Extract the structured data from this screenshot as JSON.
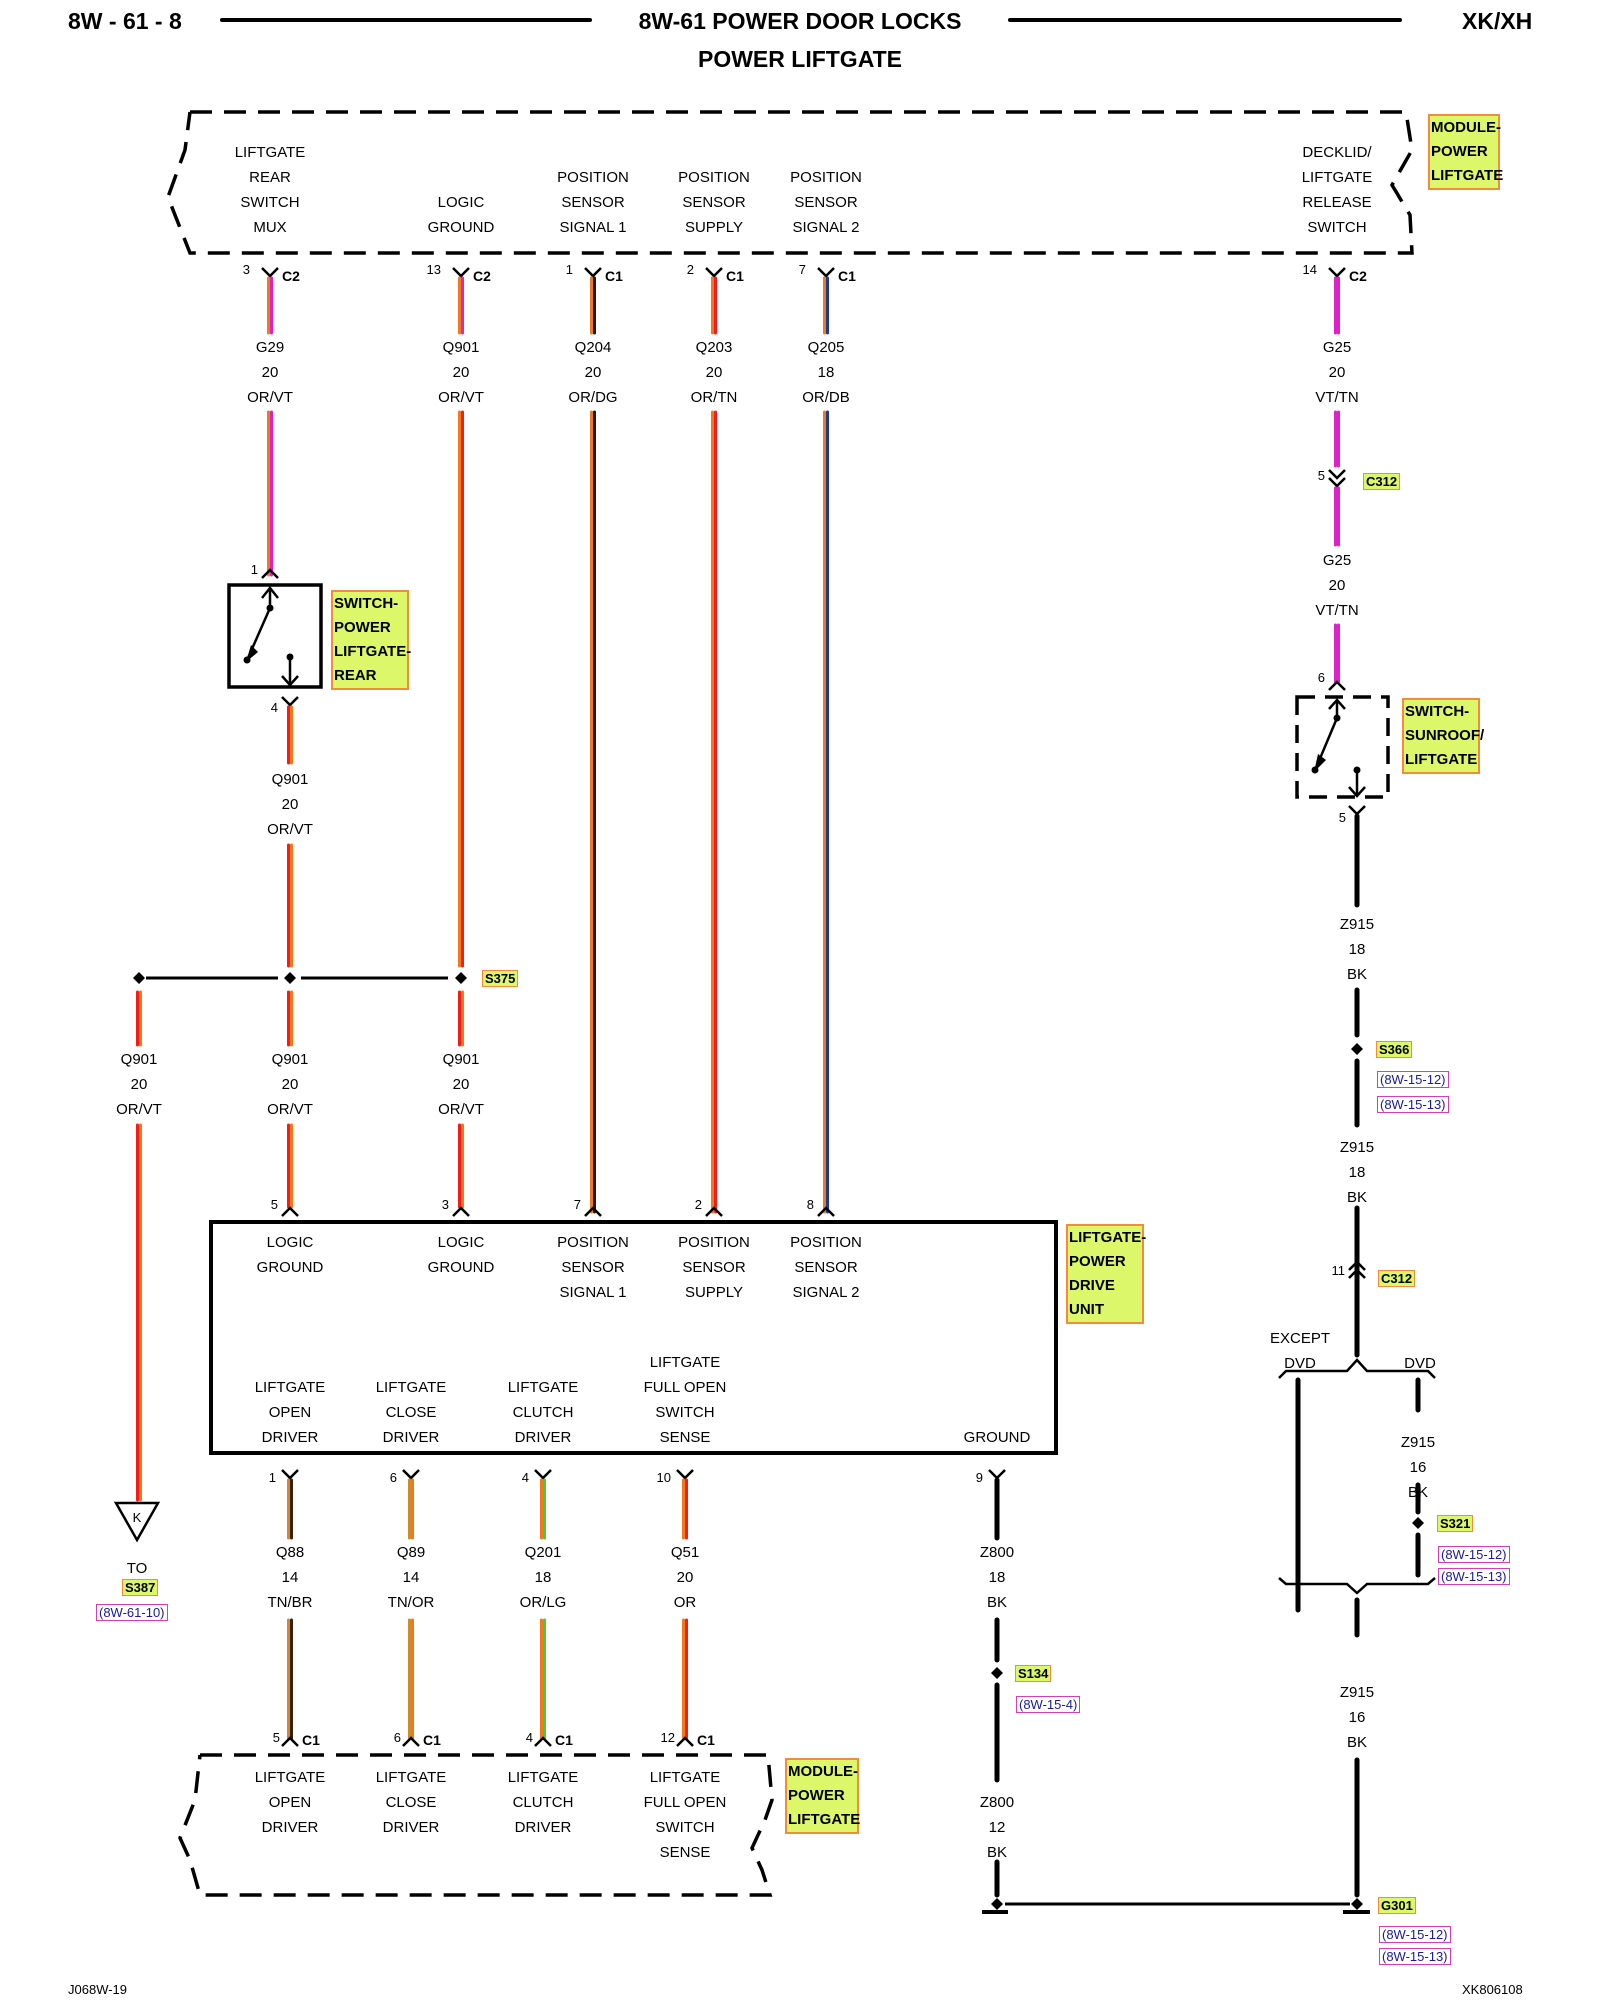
{
  "header": {
    "page_id": "8W - 61 - 8",
    "title": "8W-61 POWER DOOR LOCKS",
    "subtitle": "POWER LIFTGATE",
    "vehicle": "XK/XH"
  },
  "footer": {
    "left_code": "J068W-19",
    "right_code": "XK806108"
  },
  "top_module": {
    "name": "MODULE-\nPOWER\nLIFTGATE",
    "name_lines": [
      "MODULE-",
      "POWER",
      "LIFTGATE"
    ],
    "pins": [
      {
        "label": [
          "LIFTGATE",
          "REAR",
          "SWITCH",
          "MUX"
        ],
        "pin": "3",
        "connector": "C2"
      },
      {
        "label": [
          "LOGIC",
          "GROUND"
        ],
        "pin": "13",
        "connector": "C2"
      },
      {
        "label": [
          "POSITION",
          "SENSOR",
          "SIGNAL 1"
        ],
        "pin": "1",
        "connector": "C1"
      },
      {
        "label": [
          "POSITION",
          "SENSOR",
          "SUPPLY"
        ],
        "pin": "2",
        "connector": "C1"
      },
      {
        "label": [
          "POSITION",
          "SENSOR",
          "SIGNAL 2"
        ],
        "pin": "7",
        "connector": "C1"
      },
      {
        "label": [
          "DECKLID/",
          "LIFTGATE",
          "RELEASE",
          "SWITCH"
        ],
        "pin": "14",
        "connector": "C2"
      }
    ]
  },
  "wires_top": [
    {
      "circuit": "G29",
      "gauge": "20",
      "color": "OR/VT"
    },
    {
      "circuit": "Q901",
      "gauge": "20",
      "color": "OR/VT"
    },
    {
      "circuit": "Q204",
      "gauge": "20",
      "color": "OR/DG"
    },
    {
      "circuit": "Q203",
      "gauge": "20",
      "color": "OR/TN"
    },
    {
      "circuit": "Q205",
      "gauge": "18",
      "color": "OR/DB"
    },
    {
      "circuit": "G25",
      "gauge": "20",
      "color": "VT/TN"
    }
  ],
  "rear_switch": {
    "name_lines": [
      "SWITCH-",
      "POWER",
      "LIFTGATE-",
      "REAR"
    ],
    "pin_in": "1",
    "pin_out": "4",
    "out_wire": {
      "circuit": "Q901",
      "gauge": "20",
      "color": "OR/VT"
    }
  },
  "splice_s375": {
    "id": "S375",
    "branches": [
      {
        "circuit": "Q901",
        "gauge": "20",
        "color": "OR/VT"
      },
      {
        "circuit": "Q901",
        "gauge": "20",
        "color": "OR/VT"
      },
      {
        "circuit": "Q901",
        "gauge": "20",
        "color": "OR/VT"
      }
    ]
  },
  "offpage": {
    "letter": "K",
    "to_label": "TO",
    "splice": "S387",
    "ref": "(8W-61-10)"
  },
  "drive_unit": {
    "name_lines": [
      "LIFTGATE-",
      "POWER",
      "DRIVE",
      "UNIT"
    ],
    "top_pins": [
      {
        "pin": "5",
        "label": [
          "LOGIC",
          "GROUND"
        ]
      },
      {
        "pin": "3",
        "label": [
          "LOGIC",
          "GROUND"
        ]
      },
      {
        "pin": "7",
        "label": [
          "POSITION",
          "SENSOR",
          "SIGNAL 1"
        ]
      },
      {
        "pin": "2",
        "label": [
          "POSITION",
          "SENSOR",
          "SUPPLY"
        ]
      },
      {
        "pin": "8",
        "label": [
          "POSITION",
          "SENSOR",
          "SIGNAL 2"
        ]
      }
    ],
    "bottom_pins": [
      {
        "pin": "1",
        "label": [
          "LIFTGATE",
          "OPEN",
          "DRIVER"
        ]
      },
      {
        "pin": "6",
        "label": [
          "LIFTGATE",
          "CLOSE",
          "DRIVER"
        ]
      },
      {
        "pin": "4",
        "label": [
          "LIFTGATE",
          "CLUTCH",
          "DRIVER"
        ]
      },
      {
        "pin": "10",
        "label": [
          "LIFTGATE",
          "FULL OPEN",
          "SWITCH",
          "SENSE"
        ]
      },
      {
        "pin": "9",
        "label": [
          "GROUND"
        ]
      }
    ]
  },
  "wires_bottom": [
    {
      "circuit": "Q88",
      "gauge": "14",
      "color": "TN/BR"
    },
    {
      "circuit": "Q89",
      "gauge": "14",
      "color": "TN/OR"
    },
    {
      "circuit": "Q201",
      "gauge": "18",
      "color": "OR/LG"
    },
    {
      "circuit": "Q51",
      "gauge": "20",
      "color": "OR"
    },
    {
      "circuit": "Z800",
      "gauge": "18",
      "color": "BK"
    }
  ],
  "bottom_module": {
    "name_lines": [
      "MODULE-",
      "POWER",
      "LIFTGATE"
    ],
    "pins": [
      {
        "pin": "5",
        "connector": "C1",
        "label": [
          "LIFTGATE",
          "OPEN",
          "DRIVER"
        ]
      },
      {
        "pin": "6",
        "connector": "C1",
        "label": [
          "LIFTGATE",
          "CLOSE",
          "DRIVER"
        ]
      },
      {
        "pin": "4",
        "connector": "C1",
        "label": [
          "LIFTGATE",
          "CLUTCH",
          "DRIVER"
        ]
      },
      {
        "pin": "12",
        "connector": "C1",
        "label": [
          "LIFTGATE",
          "FULL OPEN",
          "SWITCH",
          "SENSE"
        ]
      }
    ]
  },
  "ground_z800": {
    "splice": "S134",
    "ref": "(8W-15-4)",
    "lower_wire": {
      "circuit": "Z800",
      "gauge": "12",
      "color": "BK"
    }
  },
  "right_branch": {
    "c312_top": {
      "id": "C312",
      "pin": "5"
    },
    "g25_lower": {
      "circuit": "G25",
      "gauge": "20",
      "color": "VT/TN"
    },
    "switch": {
      "name_lines": [
        "SWITCH-",
        "SUNROOF/",
        "LIFTGATE"
      ],
      "pin_in": "6",
      "pin_out": "5"
    },
    "z915_a": {
      "circuit": "Z915",
      "gauge": "18",
      "color": "BK"
    },
    "s366": {
      "id": "S366",
      "refs": [
        "(8W-15-12)",
        "(8W-15-13)"
      ]
    },
    "z915_b": {
      "circuit": "Z915",
      "gauge": "18",
      "color": "BK"
    },
    "c312_bottom": {
      "id": "C312",
      "pin": "11"
    },
    "except_dvd": "EXCEPT\nDVD",
    "except_lines": [
      "EXCEPT",
      "DVD"
    ],
    "dvd": "DVD",
    "z915_dvd": {
      "circuit": "Z915",
      "gauge": "16",
      "color": "BK"
    },
    "s321": {
      "id": "S321",
      "refs": [
        "(8W-15-12)",
        "(8W-15-13)"
      ]
    },
    "z915_c": {
      "circuit": "Z915",
      "gauge": "16",
      "color": "BK"
    },
    "g301": {
      "id": "G301",
      "refs": [
        "(8W-15-12)",
        "(8W-15-13)"
      ]
    }
  },
  "wire_colors": {
    "orange": "#f07a1a",
    "red": "#f21c1c",
    "violet": "#e020c8",
    "black": "#000000",
    "dark_green": "#1a1a1a",
    "tan": "#d08a2a",
    "brown": "#3a2008",
    "light_green": "#3ad13a",
    "dark_blue": "#1a3a9a",
    "label_fill": "#dcf76a",
    "label_border": "#f08c3a",
    "ref_text": "#1a1a9a",
    "ref_border": "#d43fb8"
  }
}
